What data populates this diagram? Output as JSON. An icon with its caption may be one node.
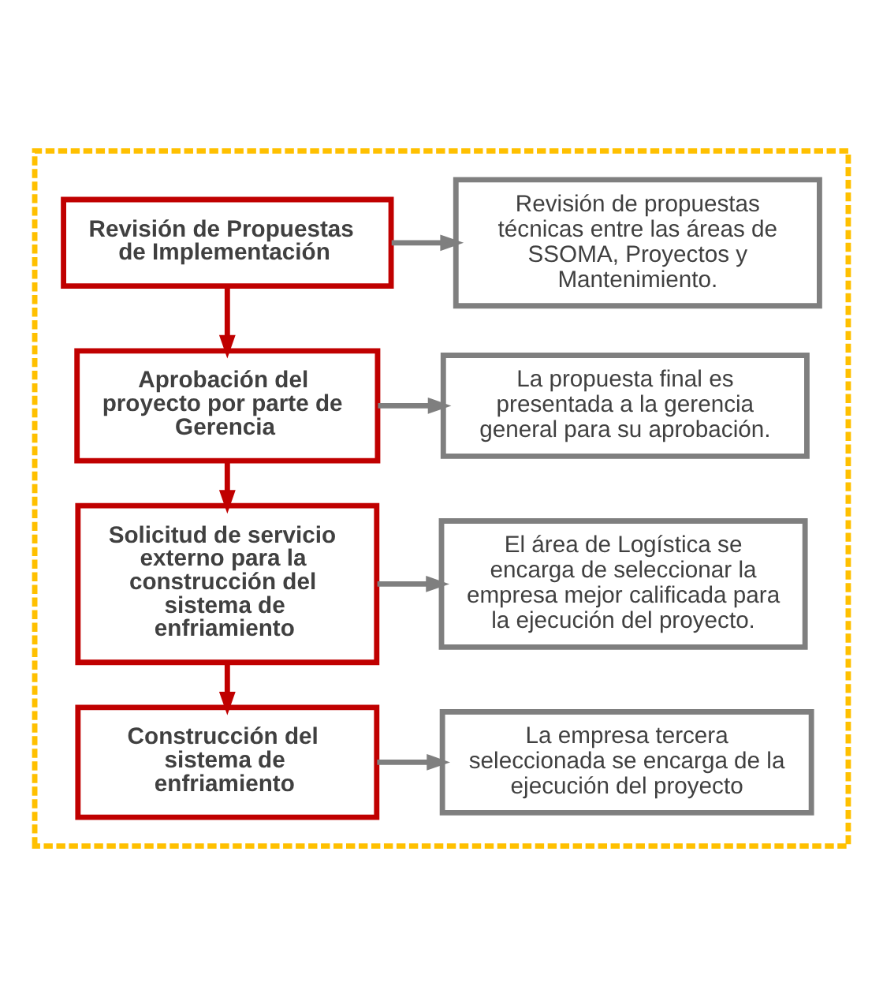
{
  "diagram": {
    "nodes": [
      {
        "text": [],
        "shape": "box"
      },
      {
        "text": [
          "Revisión de Propuestas de Implementación"
        ],
        "in": 0
      },
      {
        "text": [
          "Revisión de propuestas técnicas entre las áreas de SSOMA, Proyectos y Mantenimiento."
        ],
        "in": 0
      },
      {
        "text": [
          "Aprobación del proyecto por parte de Gerencia"
        ],
        "in": 0
      },
      {
        "text": [
          "La propuesta final es presentada a la gerencia general para su aprobación."
        ],
        "in": 0
      },
      {
        "text": [
          "Solicitud de servicio externo para la construcción del sistema de enfriamiento"
        ],
        "in": 0
      },
      {
        "text": [
          "El área de Logística se encarga de seleccionar la empresa mejor calificada para la ejecución del proyecto."
        ],
        "in": 0
      },
      {
        "text": [
          "Construcción del sistema de enfriamiento"
        ],
        "in": 0
      },
      {
        "text": [
          "La empresa tercera seleccionada se encarga de la ejecución del proyecto"
        ],
        "in": 0
      }
    ],
    "edges": [
      {
        "from": 1,
        "to": 2,
        "arrow": "to"
      },
      {
        "from": 1,
        "to": 3,
        "arrow": "to",
        "color": "#c00000"
      },
      {
        "from": 3,
        "to": 4,
        "arrow": "to"
      },
      {
        "from": 3,
        "to": 5,
        "arrow": "to",
        "color": "#c00000"
      },
      {
        "from": 5,
        "to": 6,
        "arrow": "to"
      },
      {
        "from": 5,
        "to": 7,
        "arrow": "to",
        "color": "#c00000"
      },
      {
        "from": 7,
        "to": 8,
        "arrow": "to"
      }
    ]
  }
}
